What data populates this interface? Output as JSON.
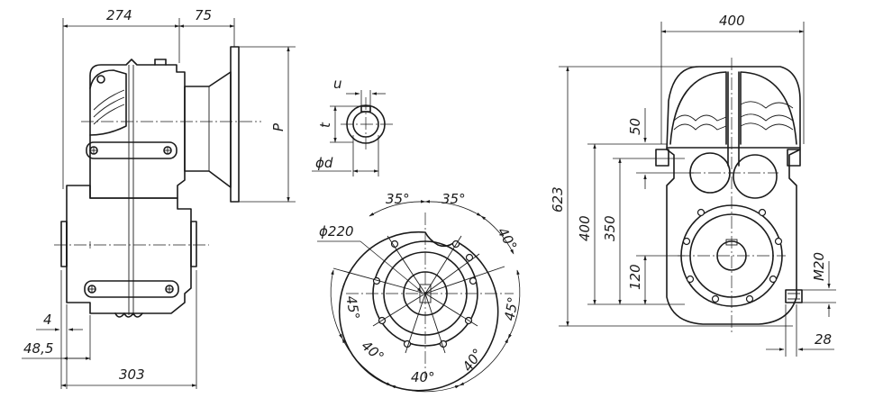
{
  "side_view": {
    "dims": {
      "width_274": "274",
      "width_75": "75",
      "flange_p": "P",
      "offset_4": "4",
      "offset_48_5": "48,5",
      "width_303": "303"
    }
  },
  "shaft_detail": {
    "dims": {
      "key_u": "u",
      "key_t": "t",
      "diameter_d": "ϕd"
    }
  },
  "flange_view": {
    "dims": {
      "diameter_220": "ϕ220",
      "angle_35_left": "35°",
      "angle_35_right": "35°",
      "angle_40_top_right": "40°",
      "angle_45_right": "45°",
      "angle_40_bottom_right": "40°",
      "angle_40_bottom": "40°",
      "angle_40_bottom_left": "40°",
      "angle_45_left": "45°"
    }
  },
  "front_view": {
    "dims": {
      "width_400": "400",
      "height_623": "623",
      "height_400": "400",
      "height_350": "350",
      "offset_50": "50",
      "offset_120": "120",
      "thread_m20": "M20",
      "offset_28": "28"
    }
  }
}
